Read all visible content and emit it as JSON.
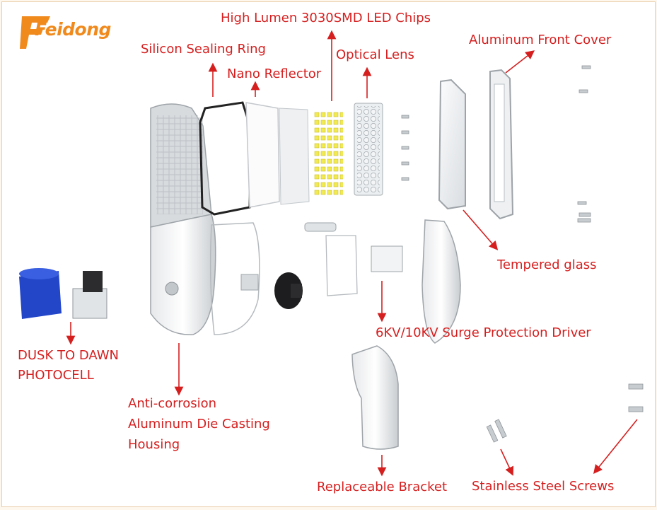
{
  "brand": {
    "name": "Feidong"
  },
  "labels": {
    "led_chips": "High Lumen 3030SMD LED Chips",
    "sealing_ring": "Silicon Sealing Ring",
    "nano_reflector": "Nano Reflector",
    "optical_lens": "Optical Lens",
    "front_cover": "Aluminum Front Cover",
    "tempered_glass": "Tempered glass",
    "surge_driver": "6KV/10KV Surge Protection Driver",
    "photocell_line1": "DUSK TO DAWN",
    "photocell_line2": "PHOTOCELL",
    "housing_line1": "Anti-corrosion",
    "housing_line2": "Aluminum Die Casting",
    "housing_line3": "Housing",
    "bracket": "Replaceable Bracket",
    "screws": "Stainless Steel Screws"
  },
  "colors": {
    "label": "#d51f1f",
    "brand": "#f08a1d",
    "border": "#e9cda6"
  }
}
